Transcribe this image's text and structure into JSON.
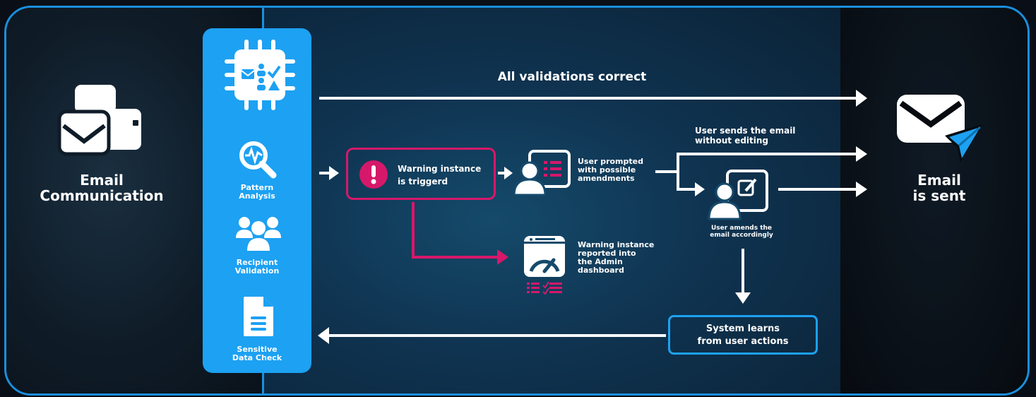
{
  "left": {
    "title": "Email Communication",
    "title_line1": "Email",
    "title_line2": "Communication"
  },
  "column": {
    "items": [
      {
        "label_line1": "Pattern",
        "label_line2": "Analysis",
        "icon": "pattern-analysis-icon"
      },
      {
        "label_line1": "Recipient",
        "label_line2": "Validation",
        "icon": "recipient-validation-icon"
      },
      {
        "label_line1": "Sensitive",
        "label_line2": "Data Check",
        "icon": "sensitive-data-icon"
      }
    ]
  },
  "flow": {
    "all_valid": "All validations correct",
    "warning_line1": "Warning instance",
    "warning_line2": "is triggerd",
    "prompt_line1": "User prompted",
    "prompt_line2": "with possible",
    "prompt_line3": "amendments",
    "send_line1": "User sends the email",
    "send_line2": "without editing",
    "amend_line1": "User amends the",
    "amend_line2": "email accordingly",
    "report_line1": "Warning instance",
    "report_line2": "reported into",
    "report_line3": "the Admin",
    "report_line4": "dashboard",
    "learn_line1": "System learns",
    "learn_line2": "from user actions"
  },
  "right": {
    "title_line1": "Email",
    "title_line2": "is sent"
  },
  "colors": {
    "accent": "#1da1f2",
    "warning": "#d6186a",
    "white": "#ffffff"
  }
}
